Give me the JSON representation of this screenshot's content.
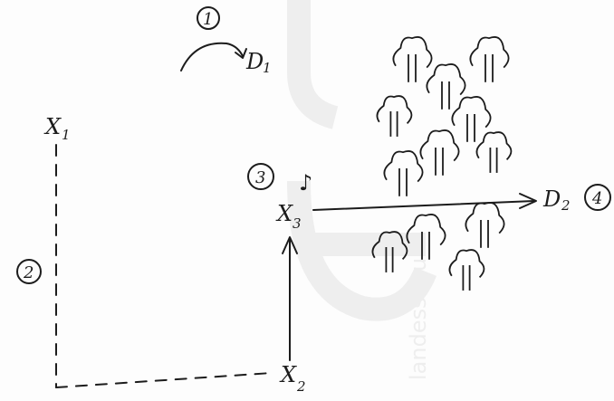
{
  "labels": {
    "x1": "X",
    "x1_sub": "1",
    "x2": "X",
    "x2_sub": "2",
    "x3": "X",
    "x3_sub": "3",
    "d1": "D",
    "d1_sub": "1",
    "d2": "D",
    "d2_sub": "2",
    "step1": "1",
    "step2": "2",
    "step3": "3",
    "step4": "4",
    "note": "♪"
  },
  "watermark": {
    "text": "landesschule"
  }
}
